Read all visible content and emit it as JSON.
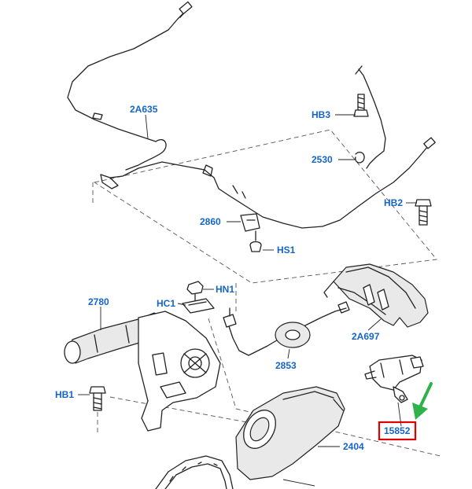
{
  "callouts": {
    "c2A635": "2A635",
    "cHB3": "HB3",
    "c2530": "2530",
    "cHB2": "HB2",
    "c2860": "2860",
    "cHS1": "HS1",
    "cHN1": "HN1",
    "cHC1": "HC1",
    "c2780": "2780",
    "c2A697": "2A697",
    "c2853": "2853",
    "cHB1": "HB1",
    "c15852": "15852",
    "c2404": "2404"
  },
  "colors": {
    "callout_text": "#1565c8",
    "highlight_box": "#e00000",
    "pointer_arrow": "#2fb24a",
    "line_art": "#222222"
  }
}
